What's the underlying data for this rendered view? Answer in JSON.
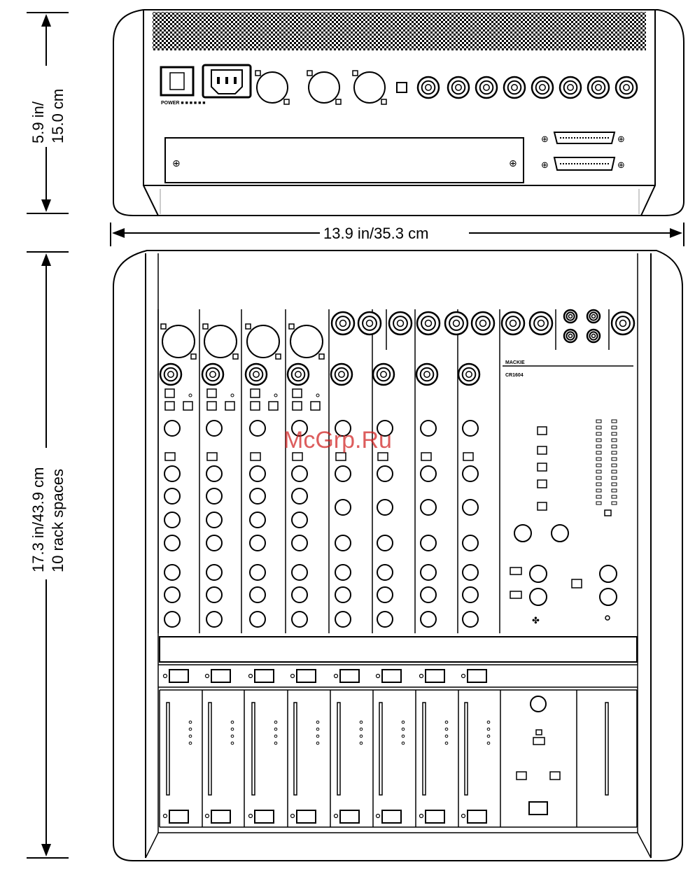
{
  "dimensions": {
    "rear_height": [
      "5.9 in/",
      "15.0 cm"
    ],
    "width": "13.9 in/35.3 cm",
    "top_depth": [
      "17.3 in/43.9 cm",
      "10 rack spaces"
    ]
  },
  "rear_panel": {
    "power_label": "POWER ■ ■ ■ ■ ■ ■"
  },
  "top_panel": {
    "brand_top": "MACKIE",
    "brand_bottom": "CR1604"
  },
  "watermark": "McGrp.Ru",
  "colors": {
    "line": "#000000",
    "watermark": "#d02020"
  }
}
